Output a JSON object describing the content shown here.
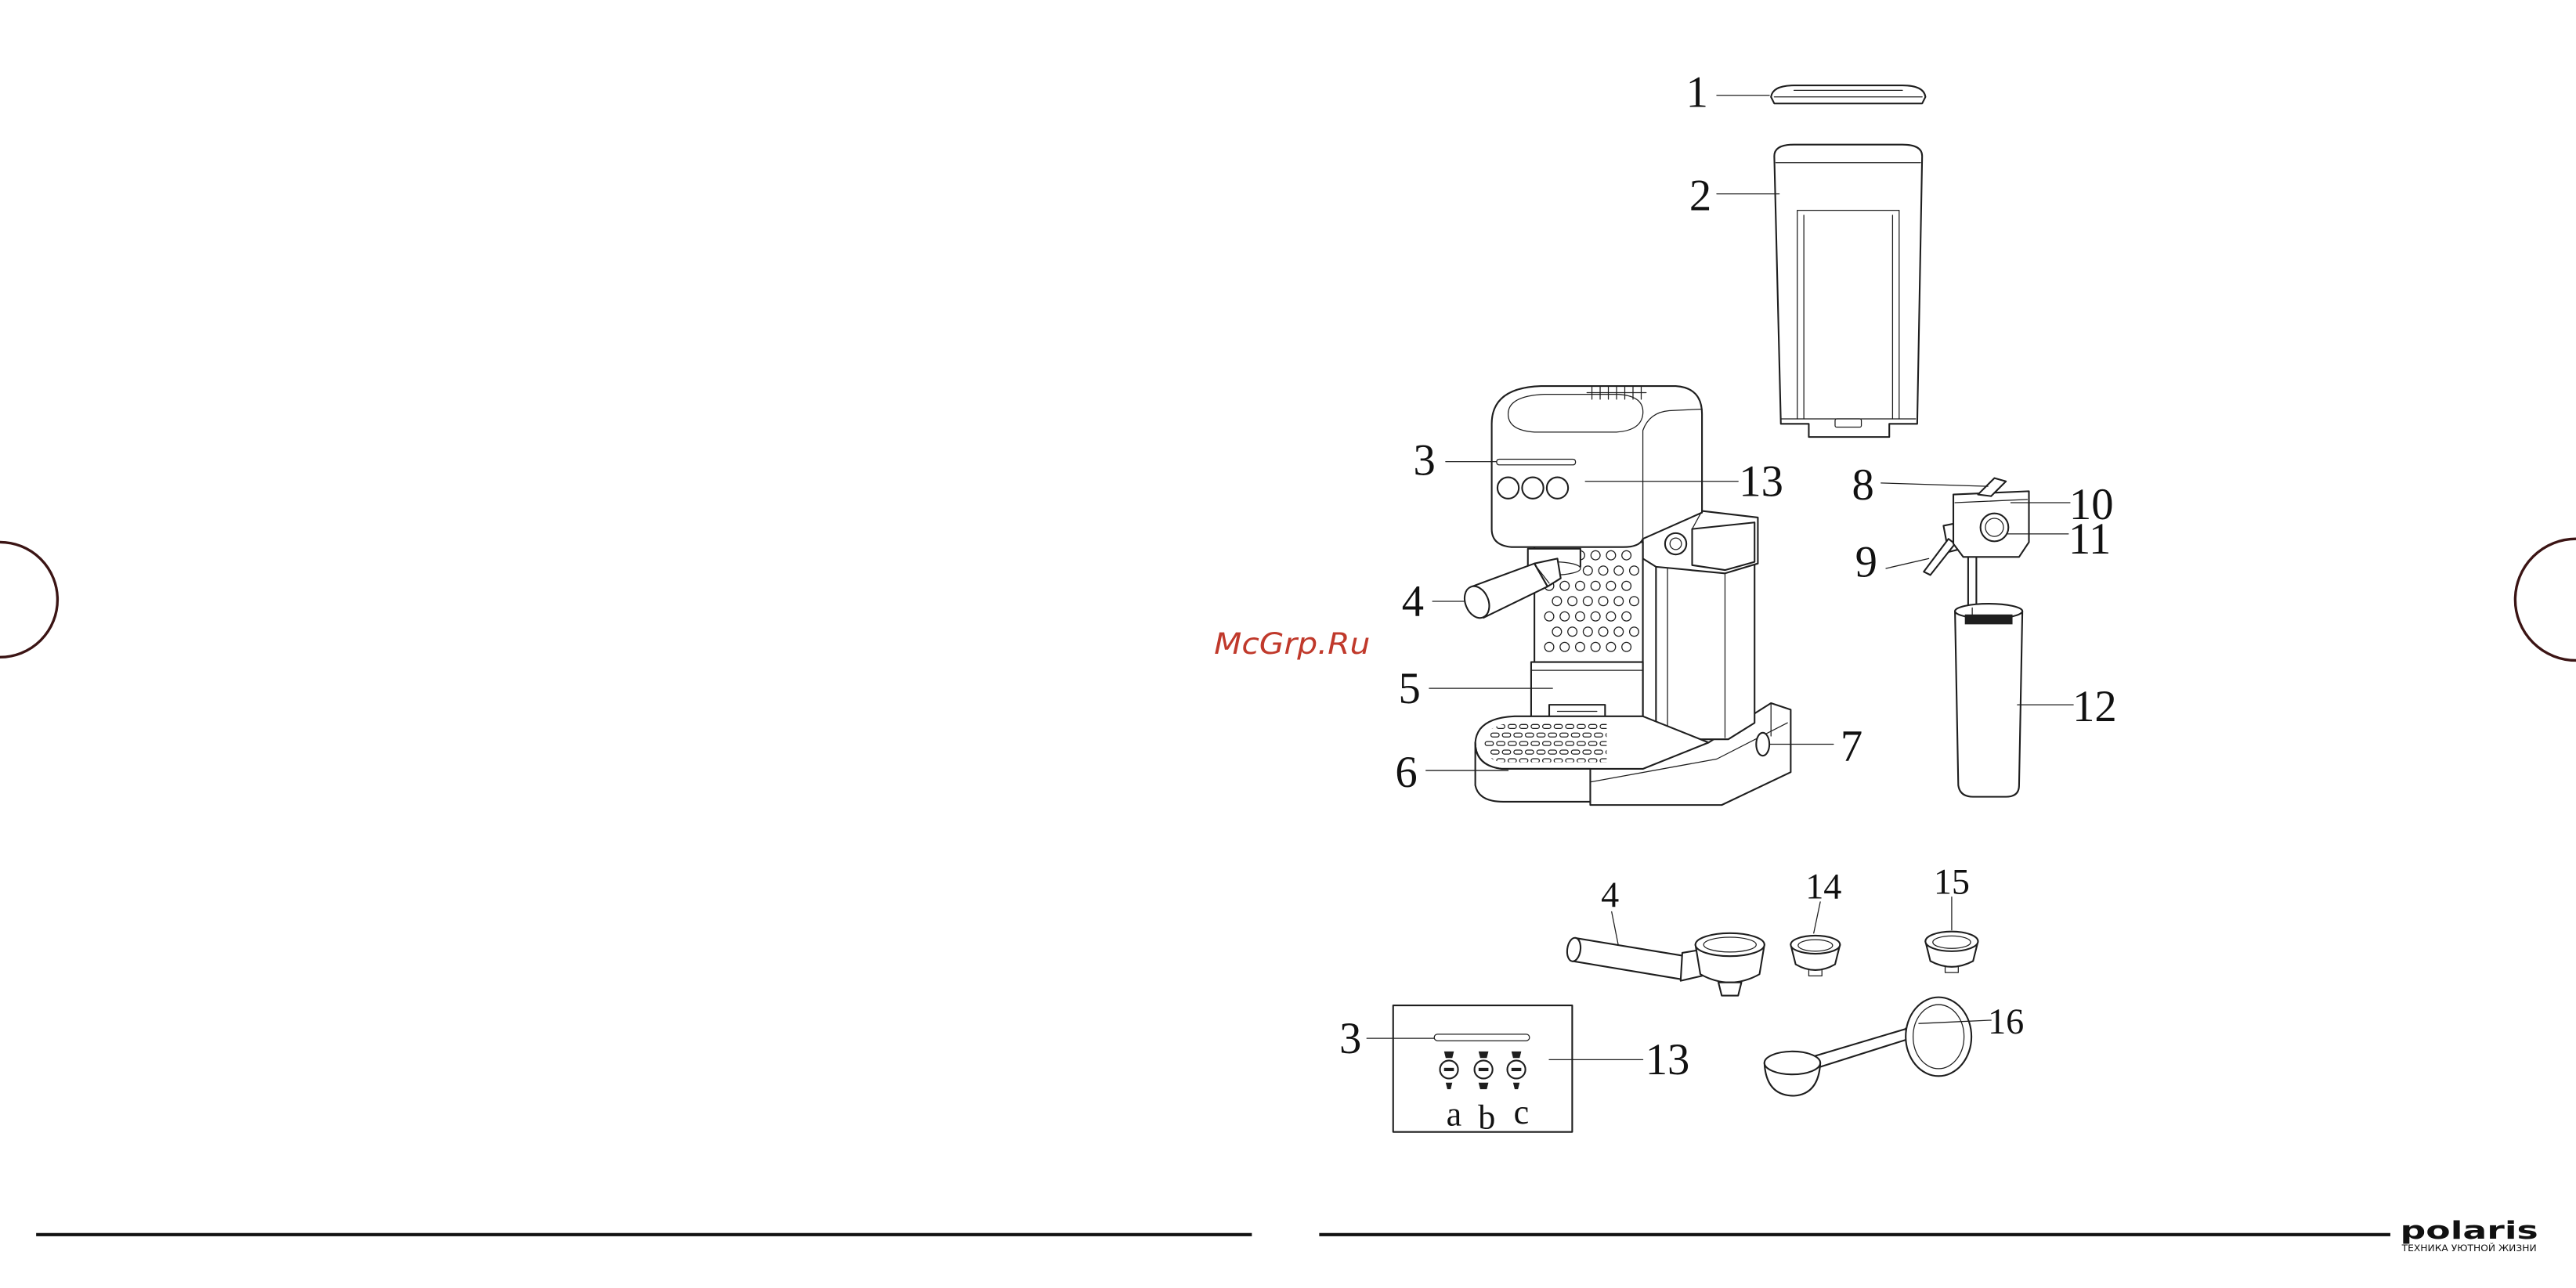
{
  "watermark": "McGrp.Ru",
  "brand": {
    "logo_text": "polaris",
    "tagline": "ТЕХНИКА УЮТНОЙ ЖИЗНИ"
  },
  "diagram": {
    "main_callouts": [
      "1",
      "2",
      "3",
      "13",
      "4",
      "5",
      "6",
      "7",
      "8",
      "9",
      "10",
      "11",
      "12"
    ],
    "detail_callouts": [
      "4",
      "14",
      "15",
      "16",
      "3",
      "13"
    ],
    "panel_button_labels": [
      "a",
      "b",
      "c"
    ]
  },
  "colors": {
    "line": "#1e1e1e",
    "watermark": "#c0392b",
    "page_marker": "#3b1414"
  }
}
